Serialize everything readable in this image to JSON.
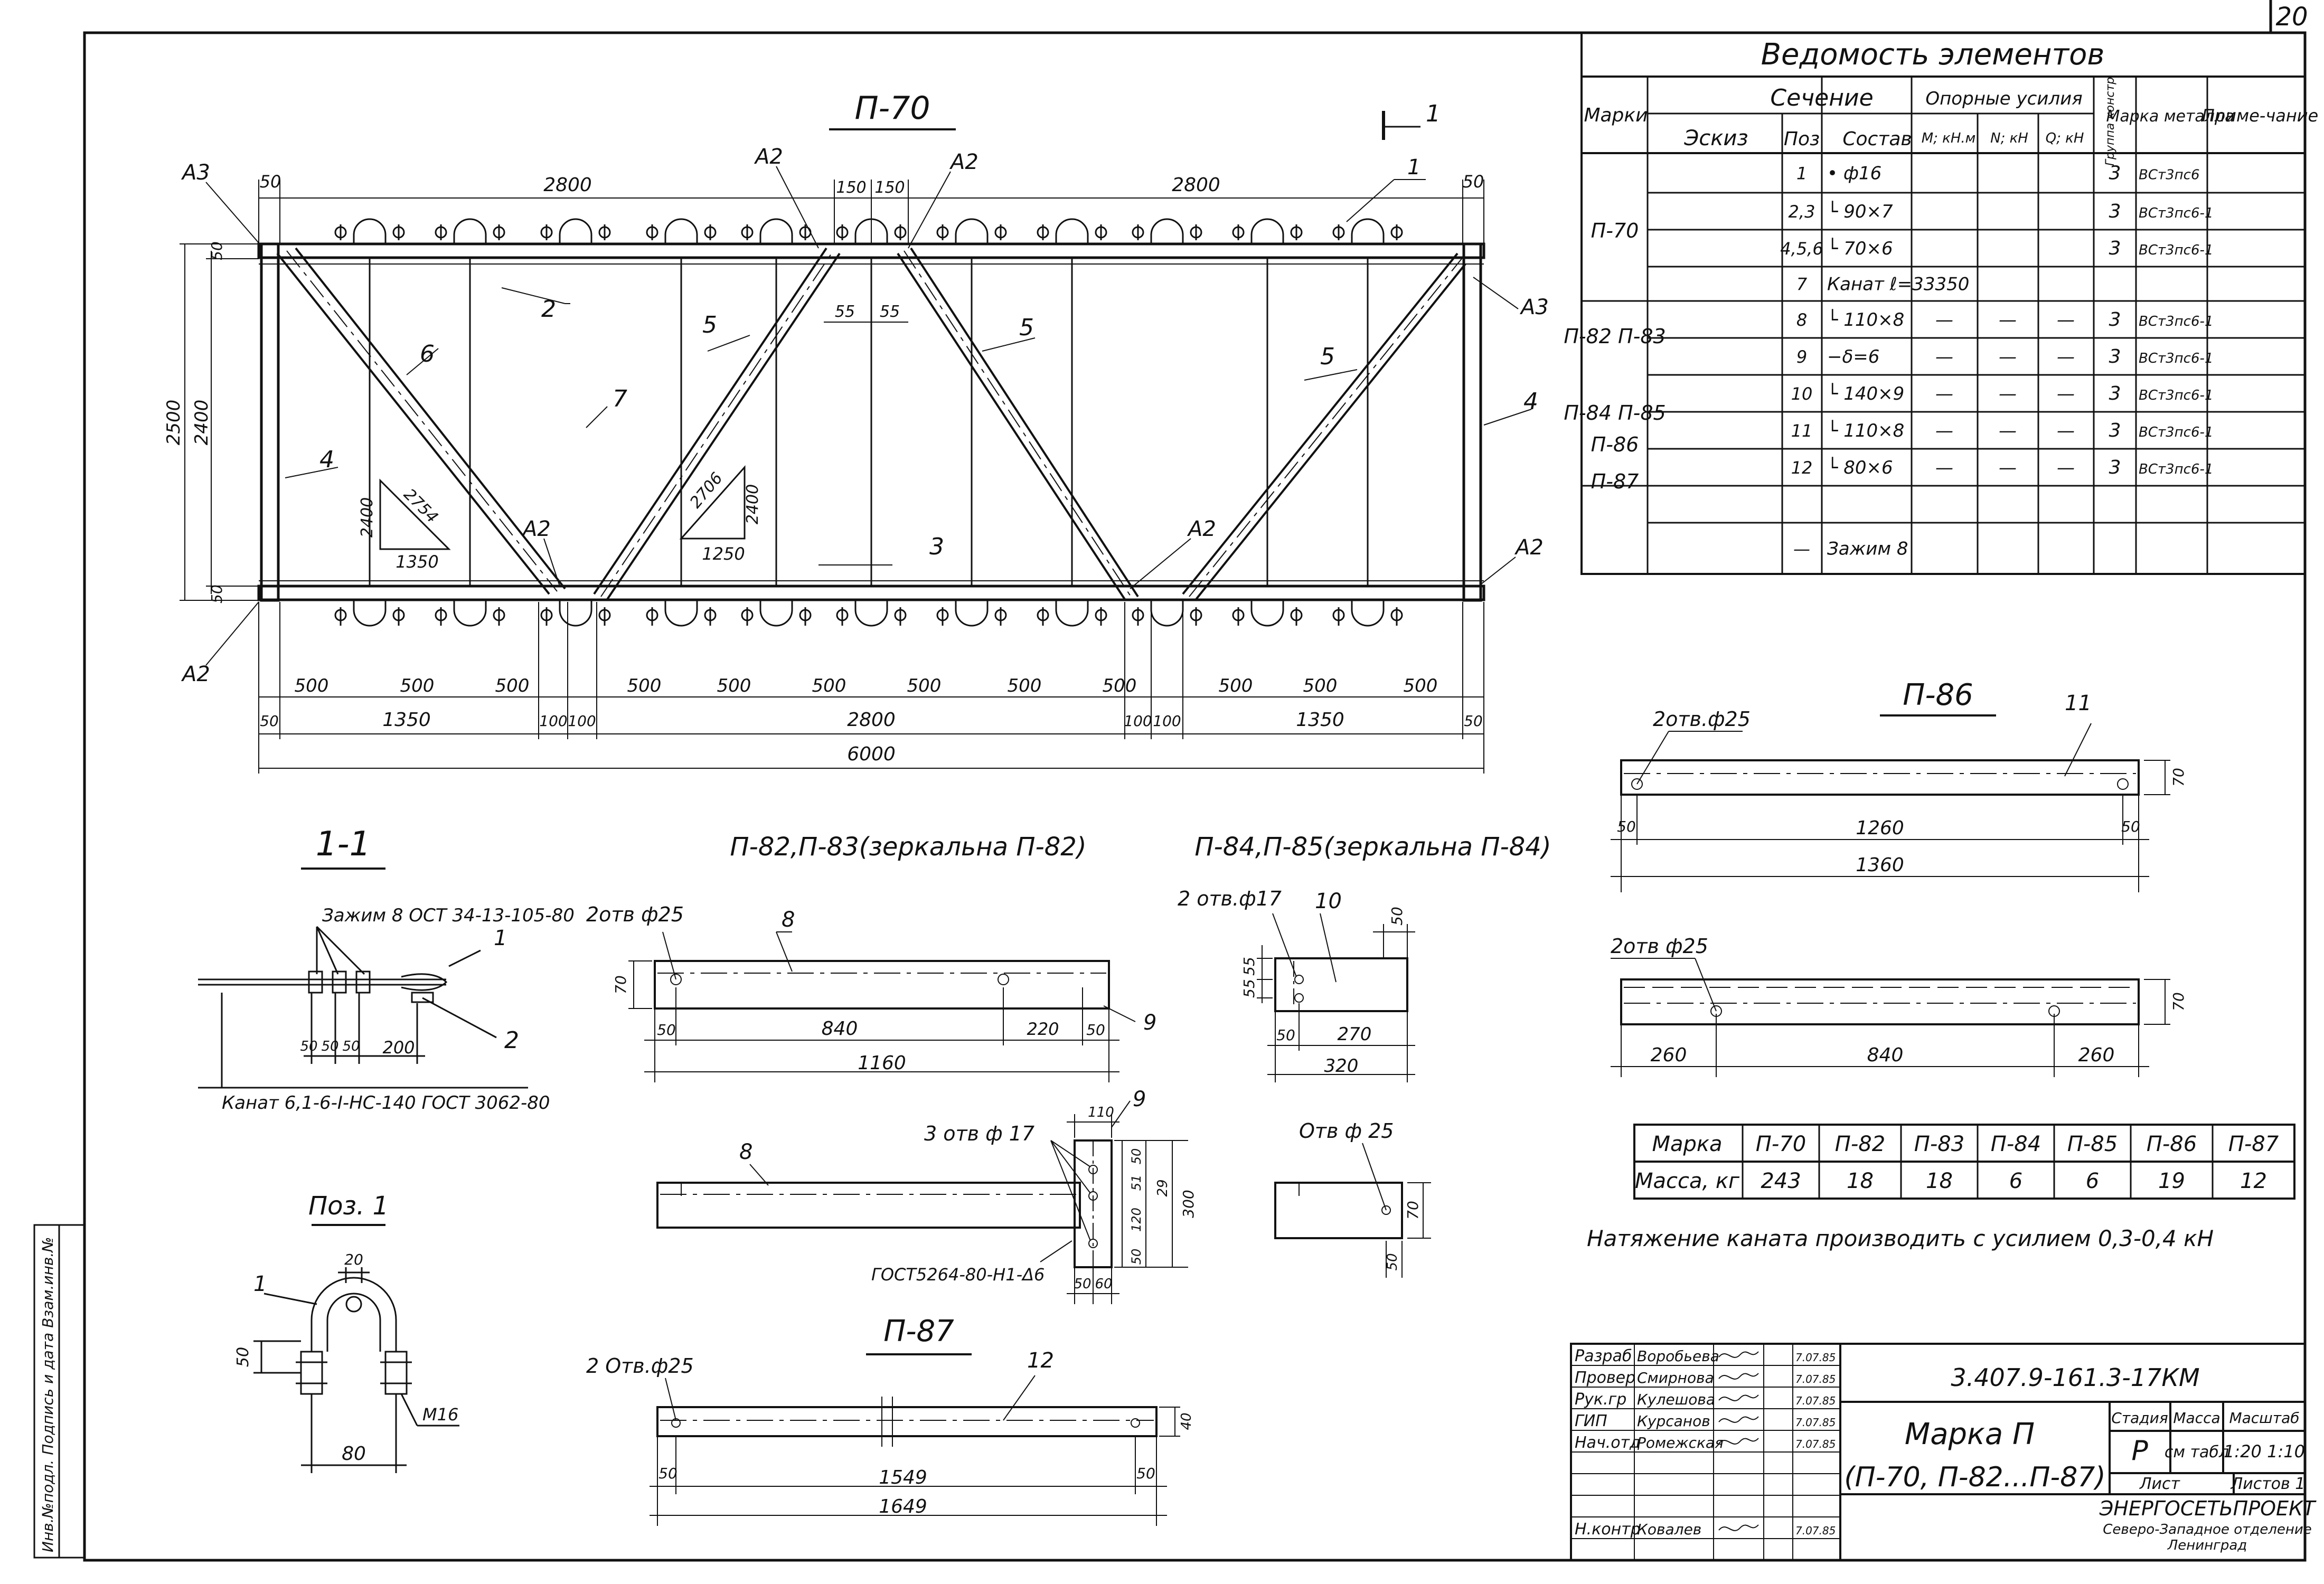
{
  "sheet": {
    "number": "20"
  },
  "main_view": {
    "title": "П-70",
    "section_marker": "1",
    "dims_top": [
      "50",
      "2800",
      "150",
      "150",
      "2800",
      "50"
    ],
    "dims_mid": [
      "55",
      "55"
    ],
    "dims_left": [
      "2500",
      "2400",
      "50",
      "50"
    ],
    "dims_bottom_row1": [
      "500",
      "500",
      "500",
      "500",
      "500",
      "500",
      "500",
      "500",
      "500",
      "500",
      "500",
      "500"
    ],
    "dims_bottom_row2": [
      "50",
      "1350",
      "100",
      "100",
      "2800",
      "100",
      "100",
      "1350",
      "50"
    ],
    "dims_total": "6000",
    "node_labels": [
      "А3",
      "А2",
      "А2",
      "А3",
      "А2",
      "А2",
      "А2",
      "А2"
    ],
    "position_tags": [
      "1",
      "2",
      "3",
      "4",
      "4",
      "5",
      "5",
      "5",
      "6",
      "7"
    ],
    "triangle_left": {
      "a": "2400",
      "b": "2754",
      "c": "1350"
    },
    "triangle_right": {
      "a": "2400",
      "b": "2706",
      "c": "1250"
    }
  },
  "elements_table": {
    "title": "Ведомость элементов",
    "headers": {
      "mark": "Марки",
      "section": "Сечение",
      "sketch": "Эскиз",
      "pos": "Поз",
      "composition": "Состав",
      "support_forces": "Опорные усилия",
      "m": "М; кН.м",
      "n": "N; кН",
      "q": "Q; кН",
      "group": "Группа констр",
      "steel": "Марка металла",
      "note": "Приме-чание"
    },
    "rows": [
      {
        "mark": "П-70",
        "pos": "1",
        "comp": "• ф16",
        "m": "",
        "n": "",
        "q": "",
        "group": "3",
        "steel": "ВСт3пс6"
      },
      {
        "mark": "",
        "pos": "2,3",
        "comp": "└ 90×7",
        "m": "",
        "n": "",
        "q": "",
        "group": "3",
        "steel": "ВСт3пс6-1"
      },
      {
        "mark": "",
        "pos": "4,5,6",
        "comp": "└ 70×6",
        "m": "",
        "n": "",
        "q": "",
        "group": "3",
        "steel": "ВСт3пс6-1"
      },
      {
        "mark": "",
        "pos": "7",
        "comp": "Канат ℓ=33350",
        "m": "",
        "n": "",
        "q": "",
        "group": "",
        "steel": ""
      },
      {
        "mark": "П-82 П-83",
        "pos": "8",
        "comp": "└ 110×8",
        "m": "—",
        "n": "—",
        "q": "—",
        "group": "3",
        "steel": "ВСт3пс6-1"
      },
      {
        "mark": "",
        "pos": "9",
        "comp": "−δ=6",
        "m": "—",
        "n": "—",
        "q": "—",
        "group": "3",
        "steel": "ВСт3пс6-1"
      },
      {
        "mark": "П-84 П-85",
        "pos": "10",
        "comp": "└ 140×9",
        "m": "—",
        "n": "—",
        "q": "—",
        "group": "3",
        "steel": "ВСт3пс6-1"
      },
      {
        "mark": "П-86",
        "pos": "11",
        "comp": "└ 110×8",
        "m": "—",
        "n": "—",
        "q": "—",
        "group": "3",
        "steel": "ВСт3пс6-1"
      },
      {
        "mark": "П-87",
        "pos": "12",
        "comp": "└ 80×6",
        "m": "—",
        "n": "—",
        "q": "—",
        "group": "3",
        "steel": "ВСт3пс6-1"
      },
      {
        "mark": "",
        "pos": "",
        "comp": "",
        "m": "",
        "n": "",
        "q": "",
        "group": "",
        "steel": ""
      },
      {
        "mark": "",
        "pos": "—",
        "comp": "Зажим 8",
        "m": "",
        "n": "",
        "q": "",
        "group": "",
        "steel": ""
      }
    ]
  },
  "p86": {
    "title": "П-86",
    "holes1": "2отв.ф25",
    "pos1": "11",
    "dims1": [
      "50",
      "1260",
      "50",
      "1360",
      "70"
    ],
    "holes2": "2отв ф25",
    "dims2": [
      "260",
      "840",
      "260",
      "70"
    ]
  },
  "mass_table": {
    "row_label_1": "Марка",
    "row_label_2": "Масса, кг",
    "marks": [
      "П-70",
      "П-82",
      "П-83",
      "П-84",
      "П-85",
      "П-86",
      "П-87"
    ],
    "masses": [
      "243",
      "18",
      "18",
      "6",
      "6",
      "19",
      "12"
    ]
  },
  "tension_note": "Натяжение каната производить с усилием 0,3-0,4 кН",
  "section_1_1": {
    "title": "1-1",
    "clamp_note": "Зажим 8 ОСТ 34-13-105-80",
    "pos": [
      "1",
      "2"
    ],
    "dims": [
      "50",
      "50",
      "50",
      "200"
    ],
    "rope_note": "Канат 6,1-6-I-НС-140 ГОСТ 3062-80"
  },
  "p82": {
    "title": "П-82,П-83(зеркальна П-82)",
    "holes": "2отв ф25",
    "pos": [
      "8",
      "9"
    ],
    "dims": [
      "70",
      "50",
      "840",
      "220",
      "50",
      "1160"
    ]
  },
  "p84": {
    "title": "П-84,П-85(зеркальна П-84)",
    "holes": "2 отв.ф17",
    "pos": "10",
    "dims": [
      "50",
      "55",
      "55",
      "50",
      "270",
      "320"
    ]
  },
  "p82_side": {
    "pos": [
      "8",
      "9"
    ],
    "holes": "3 отв ф 17",
    "gost": "ГОСТ5264-80-Н1-Δ6",
    "dims": [
      "110",
      "50",
      "51",
      "120",
      "50",
      "29",
      "300",
      "50",
      "60"
    ]
  },
  "hole25": {
    "label": "Отв ф 25",
    "dims": [
      "70",
      "50"
    ]
  },
  "pos1": {
    "title": "Поз. 1",
    "pos": "1",
    "dims": [
      "20",
      "50",
      "80",
      "М16"
    ]
  },
  "p87": {
    "title": "П-87",
    "holes": "2 Отв.ф25",
    "pos": "12",
    "dims": [
      "40",
      "50",
      "1549",
      "50",
      "1649"
    ]
  },
  "title_block": {
    "code": "3.407.9-161.3-17КМ",
    "name_line1": "Марка П",
    "name_line2": "(П-70, П-82...П-87)",
    "roles": [
      "Разраб",
      "Провер",
      "Рук.гр",
      "ГИП",
      "Нач.отд",
      "",
      "",
      "",
      "Н.контр"
    ],
    "names": [
      "Воробьева",
      "Смирнова",
      "Кулешова",
      "Курсанов",
      "Ромежская",
      "",
      "",
      "",
      "Ковалев"
    ],
    "dates": [
      "7.07.85",
      "7.07.85",
      "7.07.85",
      "7.07.85",
      "7.07.85",
      "",
      "",
      "",
      "7.07.85"
    ],
    "stage_h": "Стадия",
    "mass_h": "Масса",
    "scale_h": "Масштаб",
    "stage": "Р",
    "mass": "см табл",
    "scale": "1:20 1:10",
    "sheet_h": "Лист",
    "sheets_h": "Листов 1",
    "org1": "ЭНЕРГОСЕТЬПРОЕКТ",
    "org2": "Северо-Западное отделение",
    "org3": "Ленинград"
  },
  "side_stamp": "Инв.№подл. Подпись и дата Взам.инв.№"
}
